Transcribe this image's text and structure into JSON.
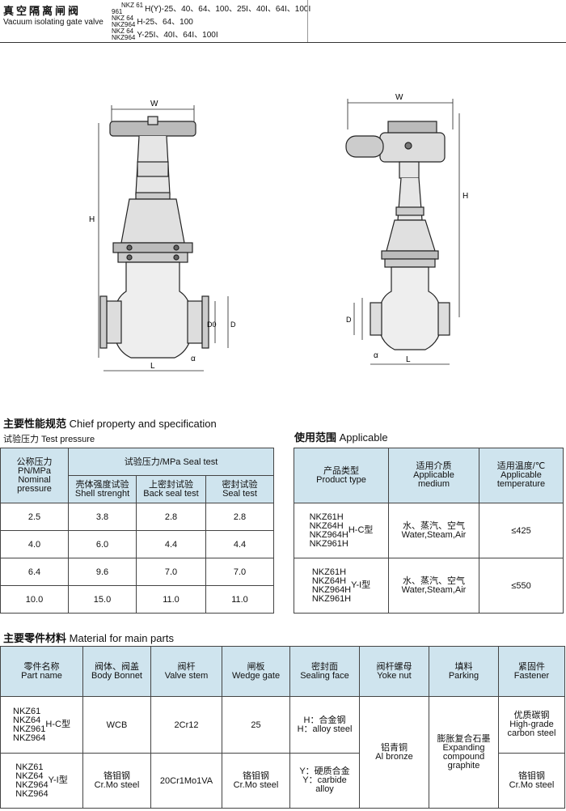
{
  "header": {
    "title_cn": "真空隔离闸阀",
    "title_en": "Vacuum isolating gate valve",
    "models": [
      {
        "codes": [
          "NKZ 61",
          "961"
        ],
        "spec": "H(Y)-25、40、64、100、25I、40I、64I、100I"
      },
      {
        "codes": [
          "NKZ 64",
          "NKZ964"
        ],
        "spec": "H-25、64、100"
      },
      {
        "codes": [
          "NKZ 64",
          "NKZ964"
        ],
        "spec": "Y-25I、40I、64I、100I"
      }
    ]
  },
  "drawing": {
    "labels": {
      "w": "W",
      "h": "H",
      "l": "L",
      "d": "D",
      "d0": "D0",
      "alpha": "α"
    }
  },
  "spec_section": {
    "title_cn": "主要性能规范",
    "title_en": "Chief property and specification",
    "subtitle": "试验压力 Test pressure",
    "header": {
      "col1": [
        "公称压力",
        "PN/MPa",
        "Nominal",
        "pressure"
      ],
      "group": "试验压力/MPa Seal test",
      "cols": [
        {
          "cn": "壳体强度试验",
          "en": "Shell strenght"
        },
        {
          "cn": "上密封试验",
          "en": "Back seal test"
        },
        {
          "cn": "密封试验",
          "en": "Seal test"
        }
      ]
    },
    "rows": [
      [
        "2.5",
        "3.8",
        "2.8",
        "2.8"
      ],
      [
        "4.0",
        "6.0",
        "4.4",
        "4.4"
      ],
      [
        "6.4",
        "9.6",
        "7.0",
        "7.0"
      ],
      [
        "10.0",
        "15.0",
        "11.0",
        "11.0"
      ]
    ]
  },
  "applicable_section": {
    "title_cn": "使用范围",
    "title_en": "Applicable",
    "header": [
      {
        "cn": "产品类型",
        "en": [
          "Product type"
        ]
      },
      {
        "cn": "适用介质",
        "en": [
          "Applicable",
          "medium"
        ]
      },
      {
        "cn": "适用温度/℃",
        "en": [
          "Applicable",
          "temperature"
        ]
      }
    ],
    "rows": [
      {
        "models": [
          "NKZ61H",
          "NKZ64H",
          "NKZ964H",
          "NKZ961H"
        ],
        "type": "H-C型",
        "medium_cn": "水、蒸汽、空气",
        "medium_en": "Water,Steam,Air",
        "temp": "≤425"
      },
      {
        "models": [
          "NKZ61H",
          "NKZ64H",
          "NKZ964H",
          "NKZ961H"
        ],
        "type": "Y-I型",
        "medium_cn": "水、蒸汽、空气",
        "medium_en": "Water,Steam,Air",
        "temp": "≤550"
      }
    ]
  },
  "material_section": {
    "title_cn": "主要零件材料",
    "title_en": "Material for main parts",
    "header": [
      {
        "cn": "零件名称",
        "en": "Part name"
      },
      {
        "cn": "阀体、阀盖",
        "en": "Body Bonnet"
      },
      {
        "cn": "阀杆",
        "en": "Valve stem"
      },
      {
        "cn": "闸板",
        "en": "Wedge gate"
      },
      {
        "cn": "密封面",
        "en": "Sealing face"
      },
      {
        "cn": "阀杆螺母",
        "en": "Yoke nut"
      },
      {
        "cn": "填料",
        "en": "Parking"
      },
      {
        "cn": "紧固件",
        "en": "Fastener"
      }
    ],
    "rows": [
      {
        "models": [
          "NKZ61",
          "NKZ64",
          "NKZ961",
          "NKZ964"
        ],
        "type": "H-C型",
        "body": "WCB",
        "stem": "2Cr12",
        "wedge": "25",
        "seal": [
          "H：合金钢",
          "H：alloy steel"
        ],
        "fastener": [
          "优质碳钢",
          "High-grade",
          "carbon steel"
        ]
      },
      {
        "models": [
          "NKZ61",
          "NKZ64",
          "NKZ964",
          "NKZ964"
        ],
        "type": "Y-I型",
        "body": [
          "铬钼钢",
          "Cr.Mo steel"
        ],
        "stem": "20Cr1Mo1VA",
        "wedge": [
          "铬钼钢",
          "Cr.Mo steel"
        ],
        "seal": [
          "Y：硬质合金",
          "Y：carbide",
          "alloy"
        ],
        "fastener": [
          "铬钼钢",
          "Cr.Mo steel"
        ]
      }
    ],
    "shared": {
      "yoke": [
        "铝青铜",
        "Al bronze"
      ],
      "packing": [
        "膨胀复合石墨",
        "Expanding",
        "compound",
        "graphite"
      ]
    }
  }
}
